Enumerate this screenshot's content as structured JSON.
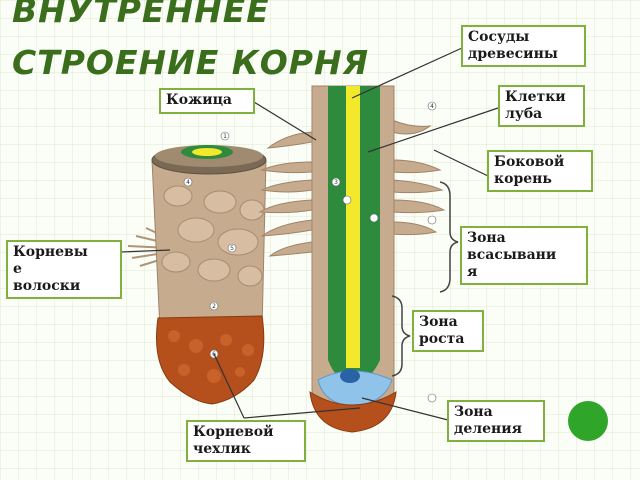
{
  "title": {
    "line1": "ВНУТРЕННЕЕ",
    "line2": "СТРОЕНИЕ КОРНЯ"
  },
  "labels": {
    "vessels": [
      "Сосуды",
      "древесины"
    ],
    "skin": [
      "Кожица"
    ],
    "phloem": [
      "Клетки",
      "луба"
    ],
    "lateral_root": [
      "Боковой",
      "корень"
    ],
    "absorption_zone": [
      "Зона",
      "всасывани",
      "я"
    ],
    "root_hairs": [
      "Корневы",
      "е",
      "волоски"
    ],
    "growth_zone": [
      "Зона",
      "роста"
    ],
    "division_zone": [
      "Зона",
      "деления"
    ],
    "root_cap": [
      "Корневой",
      "чехлик"
    ]
  },
  "markers": [
    "1",
    "2",
    "3",
    "4",
    "5",
    "6"
  ],
  "colors": {
    "title": "#3a6e1c",
    "frame": "#7fb13c",
    "bark": "#c7ab8e",
    "xylem": "#f2e82c",
    "phloem": "#2e8b3e",
    "cap": "#b5501c",
    "meristem": "#8fc3ea",
    "accent_dot": "#2fa52a"
  }
}
